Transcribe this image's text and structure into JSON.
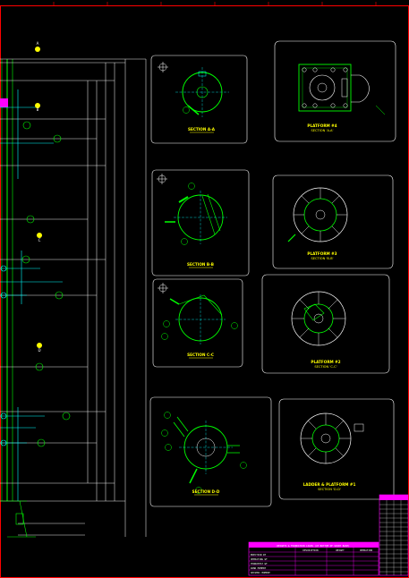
{
  "sections": [
    {
      "id": "A-A",
      "title": "SECTION A-A"
    },
    {
      "id": "B-B",
      "title": "SECTION B-B"
    },
    {
      "id": "C-C",
      "title": "SECTION C-C"
    },
    {
      "id": "D-D",
      "title": "SECTION D-D"
    }
  ],
  "platforms": [
    {
      "id": "p1",
      "line1": "PLATFORM #4",
      "line2": "SECTION 'A-A'"
    },
    {
      "id": "p2",
      "line1": "PLATFORM #3",
      "line2": "SECTION 'B-B'"
    },
    {
      "id": "p3",
      "line1": "PLATFORM #2",
      "line2": "SECTION 'C-C'"
    },
    {
      "id": "p4",
      "line1": "LADDER & PLATFORM #1",
      "line2": "SECTION 'D-D'"
    }
  ],
  "elevation_markers": [
    "A",
    "B",
    "C",
    "D"
  ],
  "title_block": {
    "header": "WEIGHTS & FOUNDATION LOADS (AT BOTTOM OF SKIRT BASE)",
    "col_headers": [
      "DESCRIPTION",
      "WEIGHT",
      "OPERATION"
    ],
    "rows": [
      "ERECTION WT",
      "OPERATING WT",
      "HYDROTEST WT",
      "WIND MOMENT",
      "SEISMIC MOMENT"
    ]
  },
  "colors": {
    "background": "#000000",
    "outline": "#ffffff",
    "vessel": "#00ff00",
    "dimension": "#00ffff",
    "title": "#ffff00",
    "accent": "#ff00ff",
    "border": "#ff0000"
  }
}
